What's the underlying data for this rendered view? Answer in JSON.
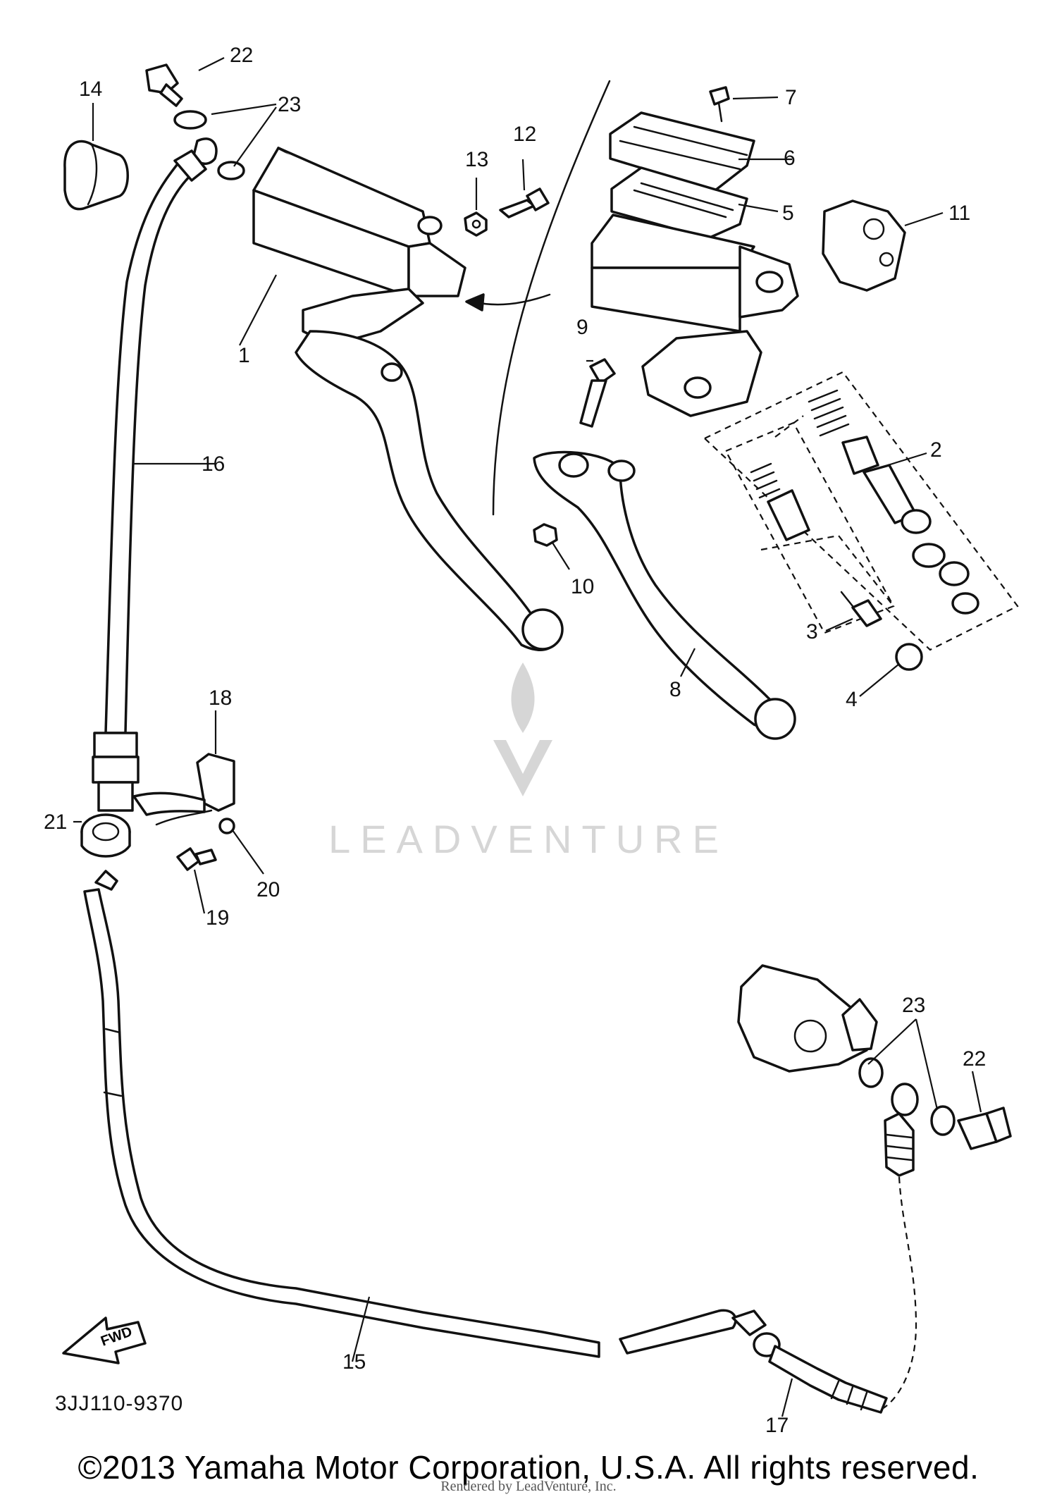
{
  "diagram": {
    "code": "3JJ110-9370",
    "fwd_label": "FWD",
    "callouts": {
      "c1": "1",
      "c2": "2",
      "c3": "3",
      "c4": "4",
      "c5": "5",
      "c6": "6",
      "c7": "7",
      "c8": "8",
      "c9": "9",
      "c10": "10",
      "c11": "11",
      "c12": "12",
      "c13": "13",
      "c14": "14",
      "c15": "15",
      "c16": "16",
      "c17": "17",
      "c18": "18",
      "c19": "19",
      "c20": "20",
      "c21": "21",
      "c22a": "22",
      "c22b": "22",
      "c23a": "23",
      "c23b": "23"
    }
  },
  "watermark": {
    "brand": "LEADVENTURE"
  },
  "footer": {
    "copyright": "©2013 Yamaha Motor Corporation, U.S.A. All rights reserved.",
    "rendered_by": "Rendered by LeadVenture, Inc."
  }
}
